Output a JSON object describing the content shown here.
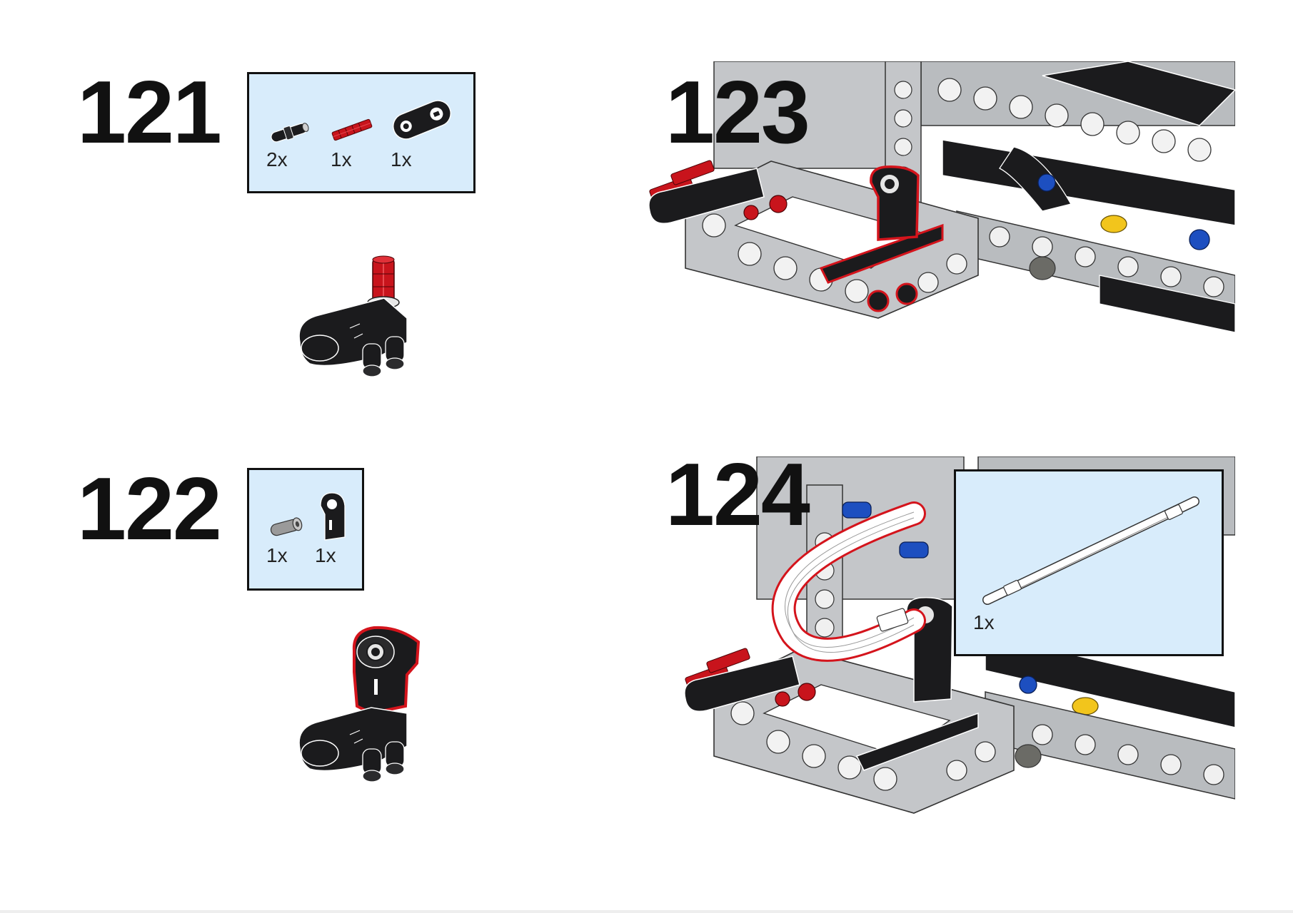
{
  "steps": [
    {
      "number": "121",
      "parts": [
        {
          "count": "2x",
          "icon": "black-connector-pin-icon"
        },
        {
          "count": "1x",
          "icon": "red-axle-icon"
        },
        {
          "count": "1x",
          "icon": "black-liftarm-connector-icon"
        }
      ],
      "illustration": "black-angled-connector-with-red-axle"
    },
    {
      "number": "122",
      "parts": [
        {
          "count": "1x",
          "icon": "gray-bush-pin-icon"
        },
        {
          "count": "1x",
          "icon": "black-axle-pin-connector-icon"
        }
      ],
      "illustration": "black-angled-connector-assembly"
    },
    {
      "number": "123",
      "parts": [],
      "illustration": "gray-frame-assembly-with-highlighted-connector"
    },
    {
      "number": "124",
      "parts": [
        {
          "count": "1x",
          "icon": "white-flex-axle-icon"
        }
      ],
      "illustration": "gray-frame-assembly-with-flex-axle"
    }
  ],
  "colors": {
    "parts_box_bg": "#d8ecfb",
    "parts_box_border": "#111111",
    "highlight": "#d4141c",
    "frame_gray": "#b9bcbf",
    "part_black": "#1b1b1d",
    "part_red": "#c8141c",
    "part_blue": "#1d4fc0",
    "part_yellow": "#f2c51c"
  }
}
